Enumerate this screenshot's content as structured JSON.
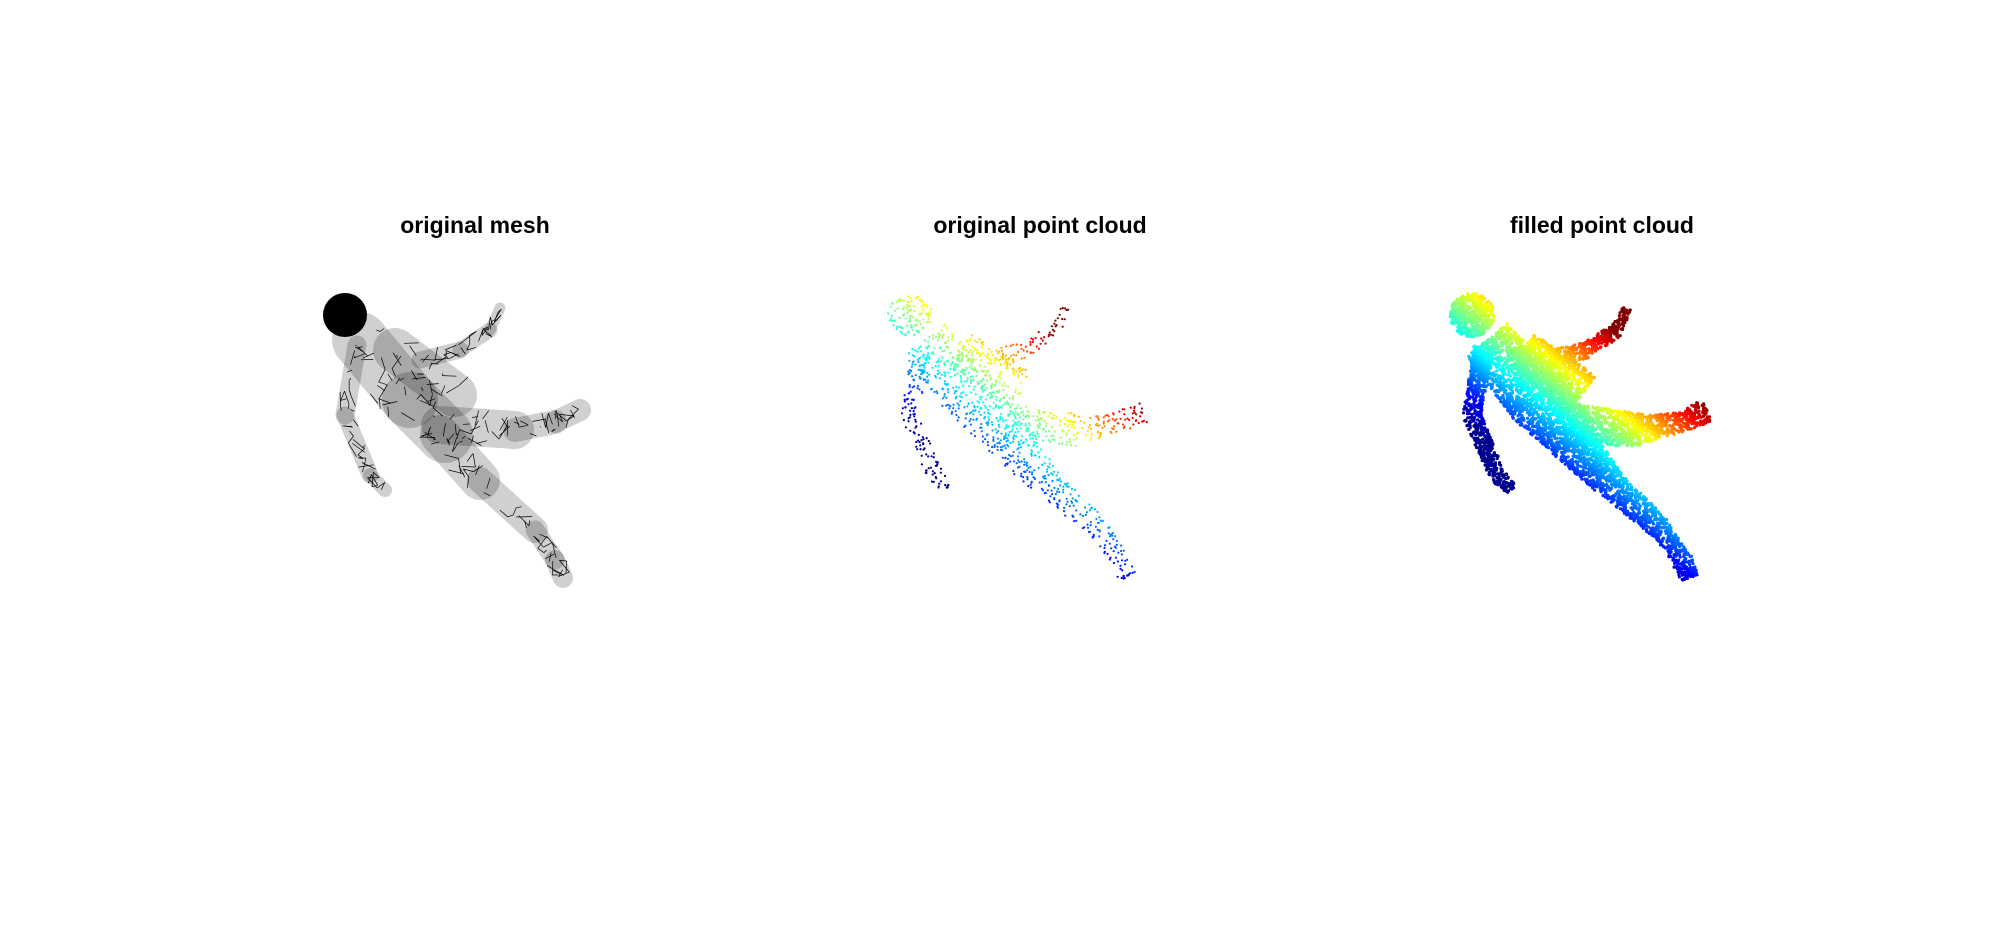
{
  "panels": [
    {
      "title": "original mesh",
      "render": "wireframe-mesh"
    },
    {
      "title": "original point cloud",
      "render": "sparse-point-cloud"
    },
    {
      "title": "filled point cloud",
      "render": "dense-point-cloud"
    }
  ],
  "colors": {
    "background": "#ffffff",
    "mesh": "#000000",
    "colormap": [
      "#00008f",
      "#0000ff",
      "#0080ff",
      "#00ffff",
      "#80ff80",
      "#ffff00",
      "#ff8000",
      "#ff0000",
      "#800000"
    ]
  }
}
